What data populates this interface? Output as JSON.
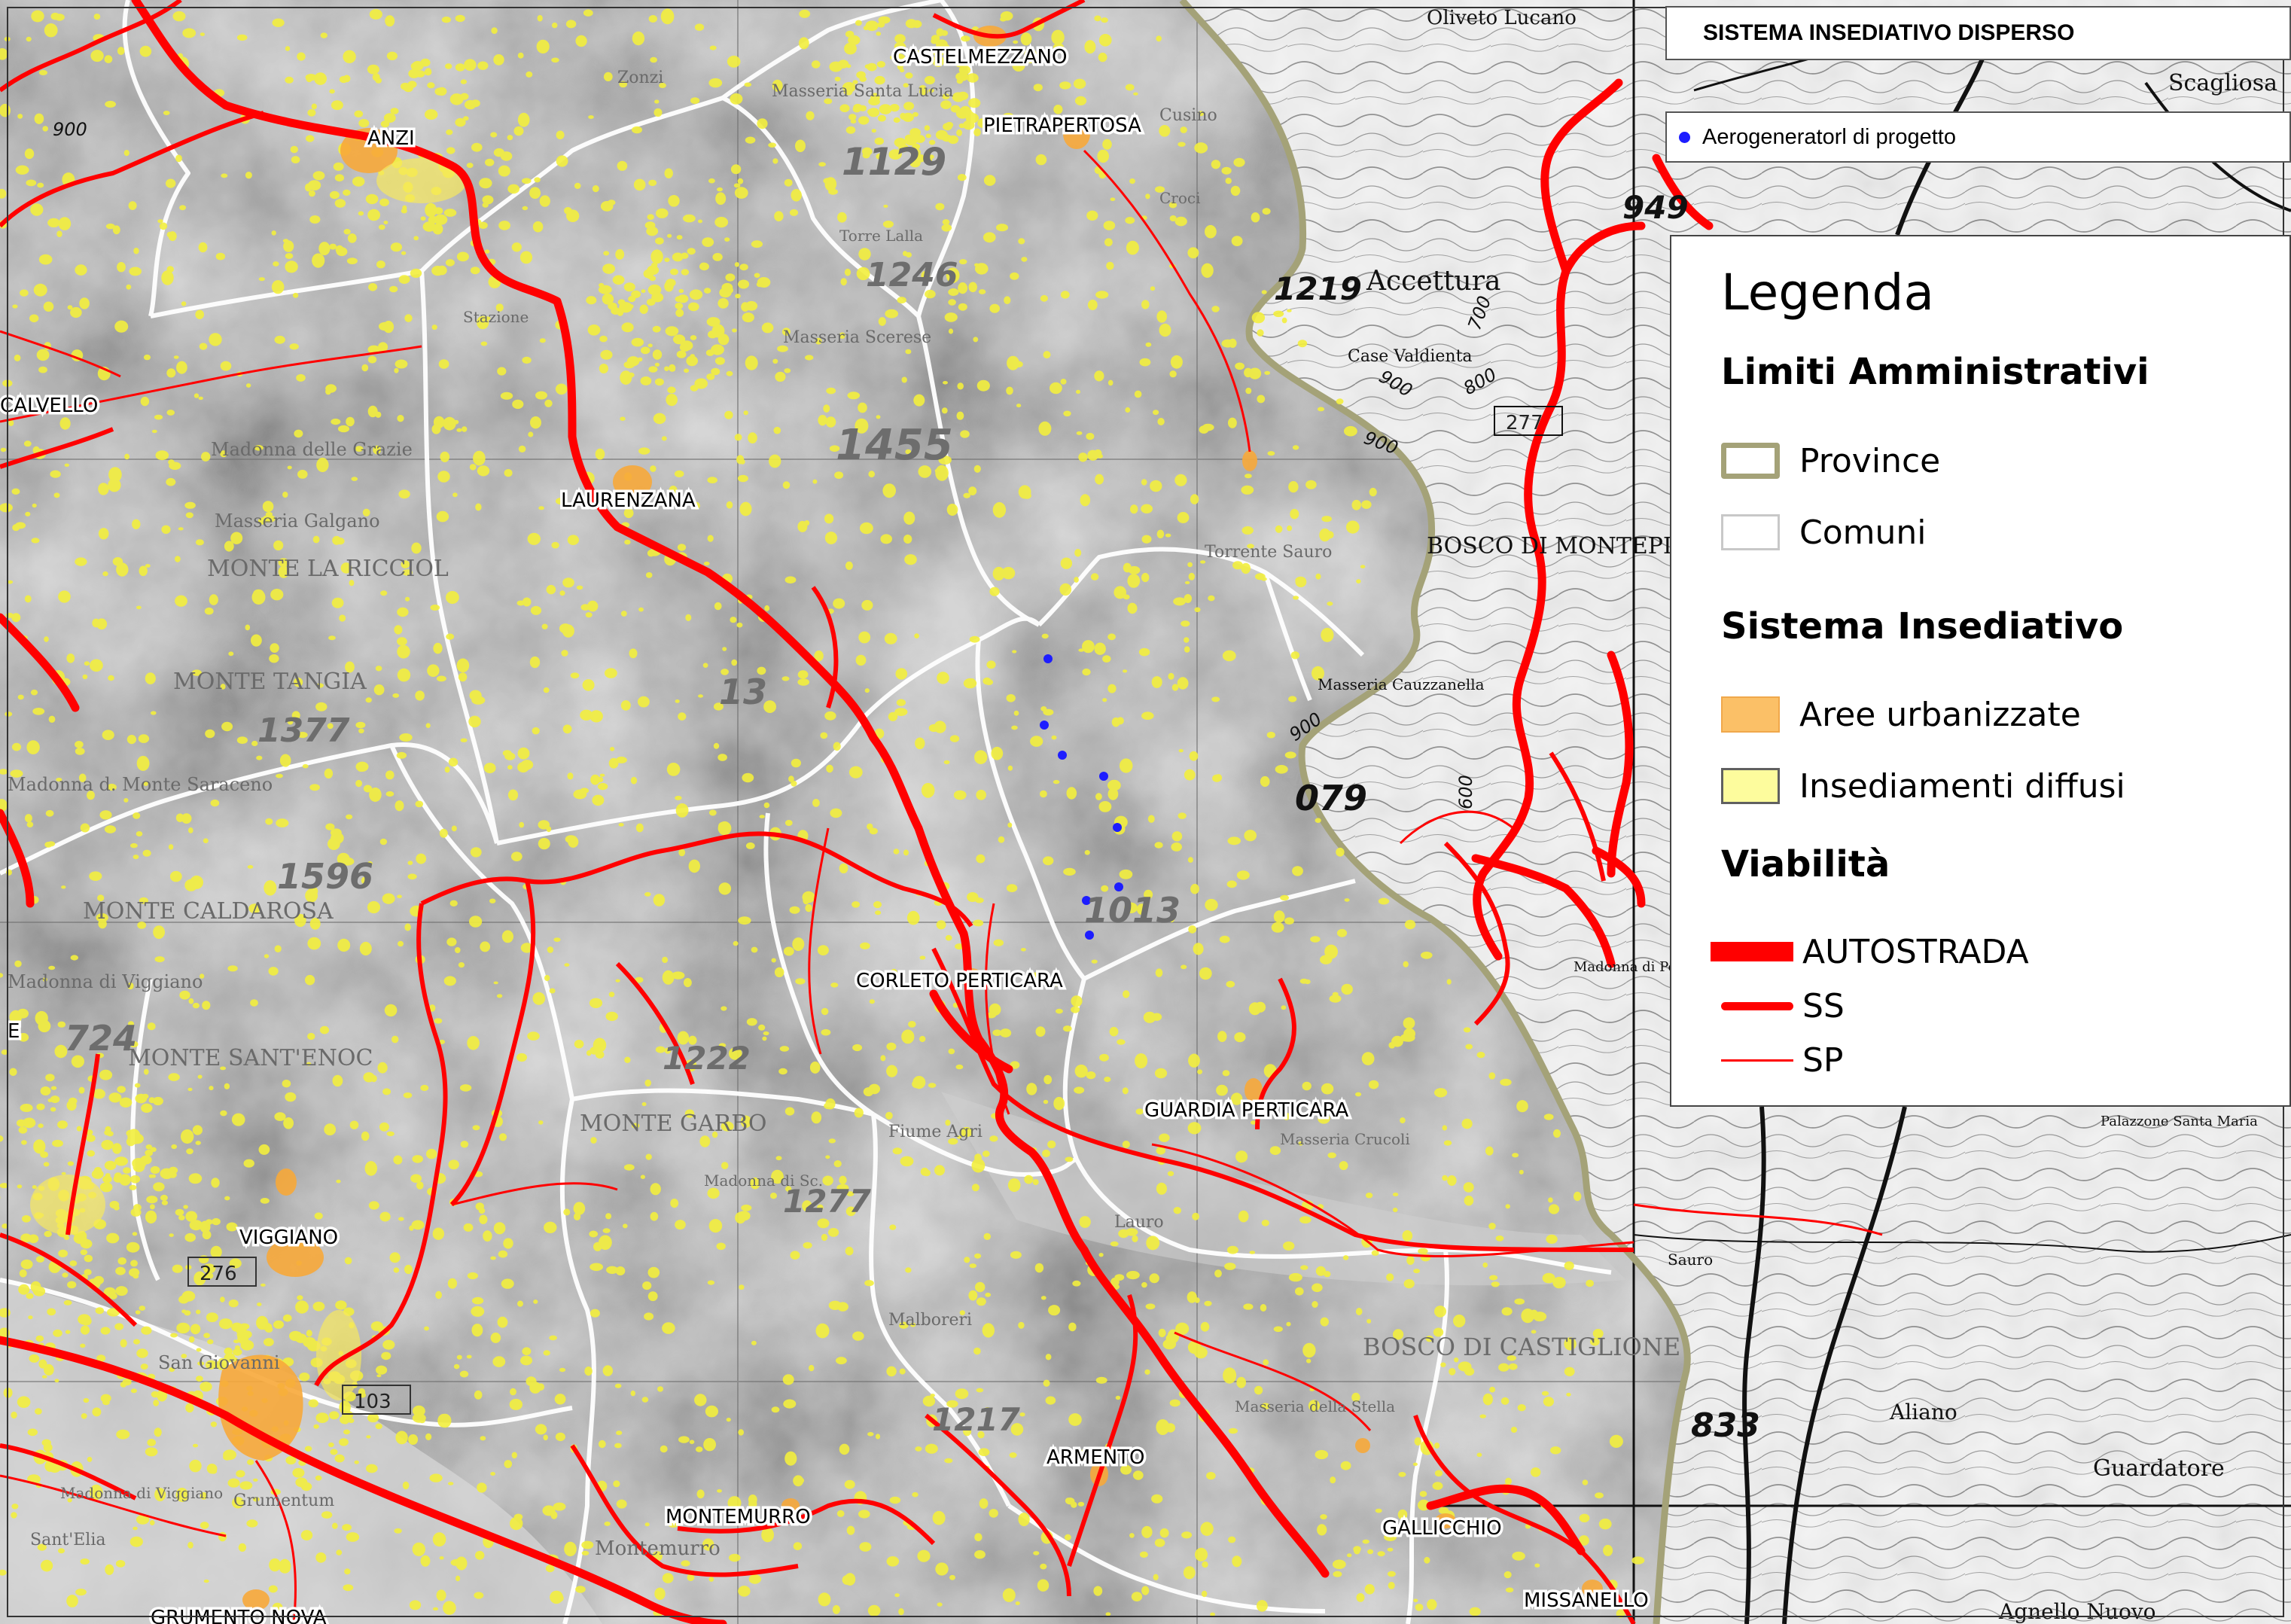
{
  "header": {
    "title": "SISTEMA INSEDIATIVO DISPERSO"
  },
  "project_layer": {
    "label": "Aerogeneratorl di progetto",
    "color": "#1d1dff"
  },
  "legend": {
    "title": "Legenda",
    "sections": {
      "limiti": {
        "heading": "Limiti Amministrativi",
        "items": [
          {
            "label": "Province",
            "color": "#a4a278"
          },
          {
            "label": "Comuni",
            "color": "#c8c8c8"
          }
        ]
      },
      "sistema": {
        "heading": "Sistema Insediativo",
        "items": [
          {
            "label": "Aree urbanizzate",
            "color": "#fbc067"
          },
          {
            "label": "Insediamenti diffusi",
            "color": "#fdfc9d"
          }
        ]
      },
      "viabilita": {
        "heading": "Viabilità",
        "items": [
          {
            "label": "AUTOSTRADA",
            "color": "#ff0000"
          },
          {
            "label": "SS",
            "color": "#ff0000"
          },
          {
            "label": "SP",
            "color": "#ff0000"
          }
        ]
      }
    }
  },
  "map": {
    "places": [
      "CASTELMEZZANO",
      "PIETRAPERTOSA",
      "ANZI",
      "CALVELLO",
      "LAURENZANA",
      "CORLETO PERTICARA",
      "GUARDIA PERTICARA",
      "VIGGIANO",
      "ARMENTO",
      "MONTEMURRO",
      "GALLICCHIO",
      "MISSANELLO",
      "GRUMENTO NOVA",
      "E"
    ],
    "topo_numbers": [
      "1129",
      "1246",
      "1455",
      "1377",
      "1596",
      "724",
      "1222",
      "1013",
      "1277",
      "1217",
      "949",
      "079",
      "833",
      "13",
      "1219"
    ],
    "topo_labels": [
      "MONTE LA RICCIOL",
      "MONTE TANGIA",
      "MONTE CALDAROSA",
      "MONTE SANT'ENOC",
      "MONTE GARBO",
      "Masseria Galgano",
      "Madonna d. Monte Saraceno",
      "Madonna di Viggiano",
      "BOSCO DI CASTIGLIONE",
      "San Giovanni",
      "BOSCO DI MONTEPIANO",
      "Masseria Cauzzanella",
      "Case Valdienta",
      "Accettura",
      "Masseria Crucoli",
      "Aliano",
      "Palazzone Santa Maria",
      "Madonna di Pergamio",
      "Agnello Nuovo",
      "Sant'Elia",
      "Grumentum",
      "Masseria Scerese",
      "Masseria Santa Lucia",
      "Madonna delle Grazie",
      "Stazione",
      "Madonna di Sc.",
      "Masseria della Stella",
      "Montemurro",
      "Torre Lalla",
      "Lauro",
      "Malboreri",
      "Zonzi",
      "Cusino",
      "Croci",
      "Madonna di Viggiano",
      "Oliveto Lucano",
      "Torrente Sauro",
      "Fiume Agri",
      "Scagliosa",
      "Guardatore",
      "Sauro"
    ],
    "road_refs": [
      "103",
      "276",
      "277"
    ],
    "contour_labels": [
      "900",
      "800",
      "700",
      "600",
      "900",
      "900",
      "900"
    ]
  }
}
